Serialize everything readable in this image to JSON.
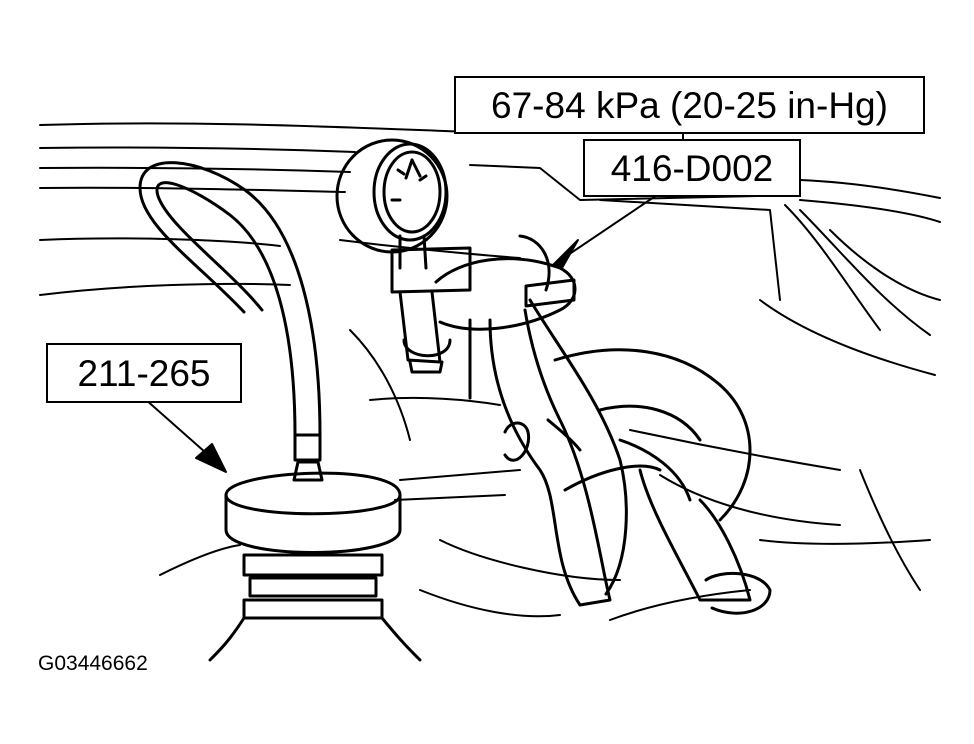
{
  "callouts": {
    "vacuum_spec": "67-84 kPa (20-25 in-Hg)",
    "pump_tool": "416-D002",
    "adapter_tool": "211-265"
  },
  "figure_id": "G03446662",
  "colors": {
    "line": "#000000",
    "background": "#ffffff"
  }
}
